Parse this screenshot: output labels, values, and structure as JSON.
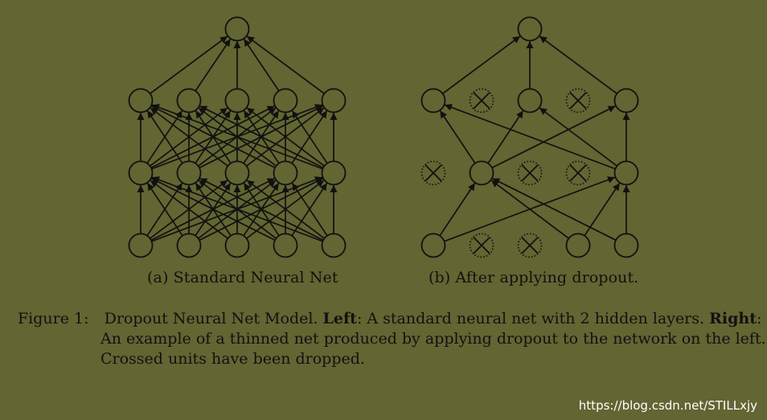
{
  "panels": {
    "a_label": "(a) Standard Neural Net",
    "b_label": "(b) After applying dropout."
  },
  "caption": {
    "label": "Figure 1:",
    "line1_pre": "Dropout Neural Net Model.",
    "line1_bold1": "Left",
    "line1_mid": ": A standard neural net with 2 hidden layers.",
    "line1_bold2": "Right",
    "line1_post": ":",
    "line2": "An example of a thinned net produced by applying dropout to the network on the left.",
    "line3": "Crossed units have been dropped."
  },
  "watermark": "https://blog.csdn.net/STILLxjy",
  "colors": {
    "background": "#636532",
    "ink": "#111111"
  },
  "diagram": {
    "layers": [
      "input",
      "hidden1",
      "hidden2",
      "output"
    ],
    "units_per_hidden_layer": 5,
    "dropped_units": {
      "input": [
        1,
        2
      ],
      "hidden1": [
        0,
        2,
        3
      ],
      "hidden2": [
        1,
        3
      ]
    }
  }
}
